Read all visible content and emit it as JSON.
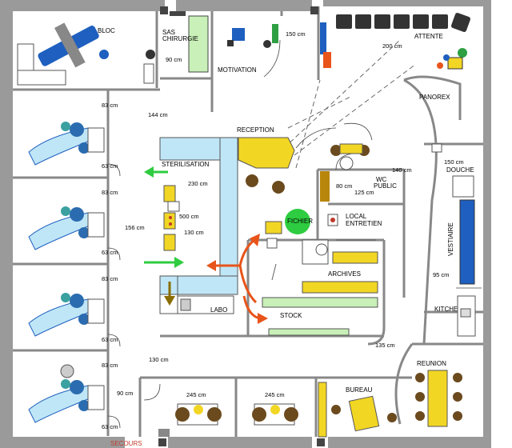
{
  "rooms": {
    "bloc": "BLOC",
    "sas_chirurgie_1": "SAS",
    "sas_chirurgie_2": "CHIRURGIE",
    "motivation": "MOTIVATION",
    "attente": "ATTENTE",
    "panorex": "PANOREX",
    "reception": "RECEPTION",
    "sterilisation": "STERILISATION",
    "fichier": "FICHIER",
    "wc_1": "WC",
    "wc_2": "PUBLIC",
    "local_entretien_1": "LOCAL",
    "local_entretien_2": "ENTRETIEN",
    "douche": "DOUCHE",
    "vestiaire": "VESTIAIRE",
    "archives": "ARCHIVES",
    "labo": "LABO",
    "stock": "STOCK",
    "kitchen": "KITCHEN",
    "reunion": "REUNION",
    "bureau": "BUREAU",
    "secours": "SECOURS"
  },
  "dimensions": {
    "d90_sas": "90 cm",
    "d150_top": "150 cm",
    "d200": "200 cm",
    "d83_a": "83 cm",
    "d144": "144 cm",
    "d63_a": "63 cm",
    "d83_b": "83 cm",
    "d230": "230 cm",
    "d500": "500 cm",
    "d156": "156 cm",
    "d130_mid": "130 cm",
    "d63_b": "63 cm",
    "d83_c": "83 cm",
    "d63_c": "63 cm",
    "d83_d": "83 cm",
    "d130_low": "130 cm",
    "d90_low": "90 cm",
    "d63_d": "63 cm",
    "d245_a": "245 cm",
    "d245_b": "245 cm",
    "d140": "140 cm",
    "d150_right": "150 cm",
    "d80": "80 cm",
    "d125": "125 cm",
    "d95": "95 cm",
    "d135": "135 cm"
  },
  "colors": {
    "fixture_blue": "#1e5fbf",
    "fixture_yellow": "#f2d624",
    "fixture_green": "#2ea043",
    "fixture_brown": "#6b4a1e",
    "light_blue": "#bfe6f7",
    "light_green": "#c8f0b8",
    "arrow_orange": "#e8541a",
    "arrow_green": "#2ecc40",
    "arrow_olive": "#8a6d00",
    "wall_gray": "#9a9a9a"
  }
}
